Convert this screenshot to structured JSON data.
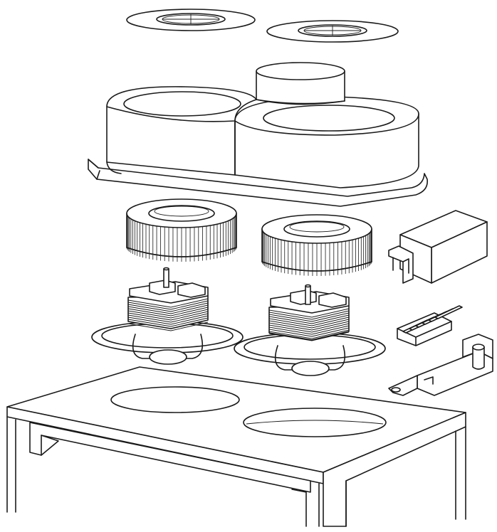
{
  "diagram": {
    "parts": [
      {
        "id": "gasket-left",
        "icon": "gasket-ring-icon"
      },
      {
        "id": "gasket-right",
        "icon": "gasket-ring-icon"
      },
      {
        "id": "blower-housing",
        "icon": "housing-icon"
      },
      {
        "id": "fan-wheel-left",
        "icon": "fan-wheel-icon"
      },
      {
        "id": "fan-wheel-right",
        "icon": "fan-wheel-icon"
      },
      {
        "id": "motor-left",
        "icon": "motor-icon"
      },
      {
        "id": "motor-right",
        "icon": "motor-icon"
      },
      {
        "id": "control-box",
        "icon": "bracket-box-icon"
      },
      {
        "id": "heat-sink",
        "icon": "heat-sink-icon"
      },
      {
        "id": "mounting-bracket",
        "icon": "bracket-icon"
      },
      {
        "id": "base-cabinet",
        "icon": "cabinet-icon"
      }
    ],
    "colors": {
      "line": "#1a1a1a",
      "background": "#ffffff"
    }
  }
}
